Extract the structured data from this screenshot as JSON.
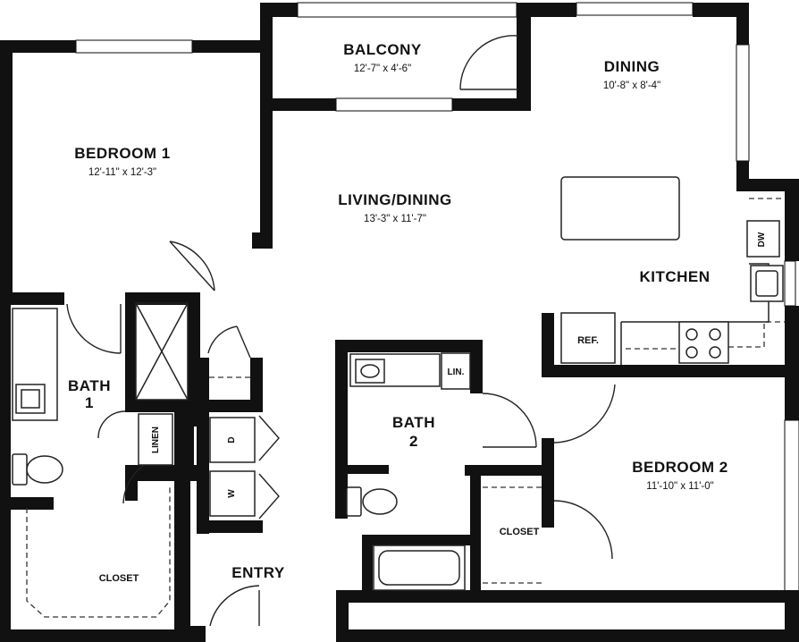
{
  "rooms": {
    "balcony": {
      "name": "BALCONY",
      "dims": "12'-7\" x 4'-6\""
    },
    "dining": {
      "name": "DINING",
      "dims": "10'-8\" x 8'-4\""
    },
    "bedroom1": {
      "name": "BEDROOM 1",
      "dims": "12'-11\" x 12'-3\""
    },
    "living": {
      "name": "LIVING/DINING",
      "dims": "13'-3\" x 11'-7\""
    },
    "kitchen": {
      "name": "KITCHEN"
    },
    "bath1": {
      "name_line1": "BATH",
      "name_line2": "1"
    },
    "bath2": {
      "name_line1": "BATH",
      "name_line2": "2"
    },
    "bedroom2": {
      "name": "BEDROOM 2",
      "dims": "11'-10\" x 11'-0\""
    },
    "closet1": {
      "name": "CLOSET"
    },
    "closet2": {
      "name": "CLOSET"
    },
    "entry": {
      "name": "ENTRY"
    }
  },
  "fixtures": {
    "refrigerator": "REF.",
    "dishwasher": "DW",
    "linen1": "LINEN",
    "linen2": "LIN.",
    "dryer": "D",
    "washer": "W"
  }
}
